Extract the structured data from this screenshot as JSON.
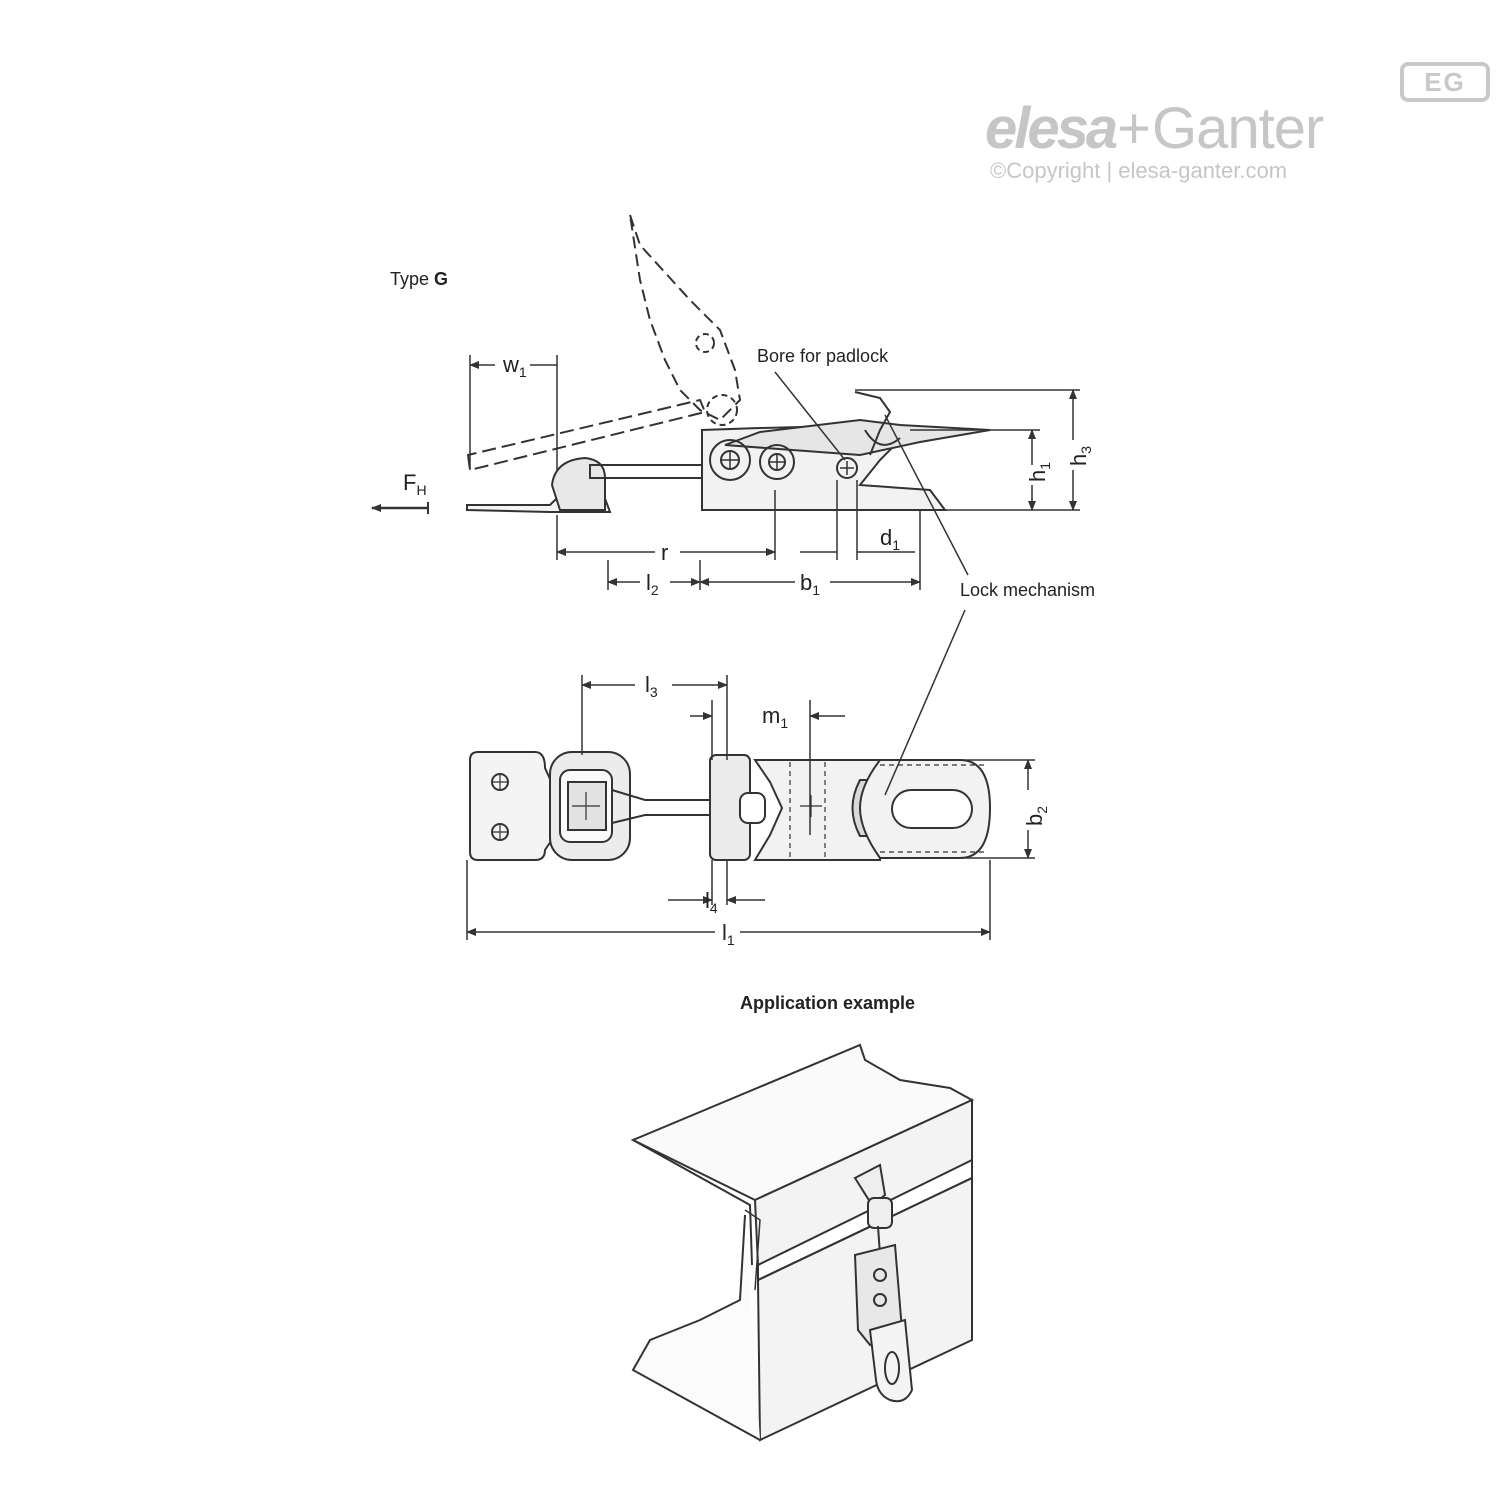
{
  "logo": {
    "badge": "EG",
    "brand_part1": "elesa",
    "brand_plus": "+",
    "brand_part2": "Ganter",
    "copyright": "©Copyright | elesa-ganter.com"
  },
  "labels": {
    "type_prefix": "Type ",
    "type_value": "G",
    "bore_for_padlock": "Bore for padlock",
    "lock_mechanism": "Lock mechanism",
    "application_example": "Application example"
  },
  "dimensions": {
    "w1": {
      "sym": "w",
      "sub": "1"
    },
    "fh": {
      "sym": "F",
      "sub": "H"
    },
    "r": {
      "sym": "r",
      "sub": ""
    },
    "l2": {
      "sym": "l",
      "sub": "2"
    },
    "b1": {
      "sym": "b",
      "sub": "1"
    },
    "d1": {
      "sym": "d",
      "sub": "1"
    },
    "h1": {
      "sym": "h",
      "sub": "1"
    },
    "h3": {
      "sym": "h",
      "sub": "3"
    },
    "l3": {
      "sym": "l",
      "sub": "3"
    },
    "m1": {
      "sym": "m",
      "sub": "1"
    },
    "b2": {
      "sym": "b",
      "sub": "2"
    },
    "l4": {
      "sym": "l",
      "sub": "4"
    },
    "l1": {
      "sym": "l",
      "sub": "1"
    }
  },
  "colors": {
    "line": "#333333",
    "logo_grey": "#c6c6c6",
    "shade": "#cfcfcf"
  }
}
